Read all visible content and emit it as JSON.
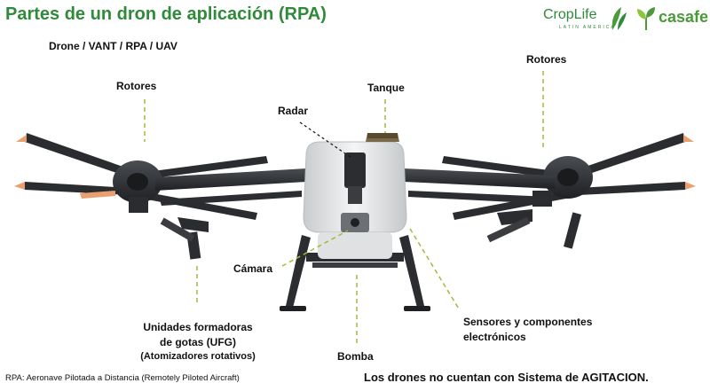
{
  "title": "Partes de un dron de aplicación (RPA)",
  "subtitle": "Drone / VANT / RPA / UAV",
  "logos": {
    "croplife": {
      "text": "CropLife",
      "subtext": "LATIN AMERICA"
    },
    "casafe": {
      "text": "casafe"
    }
  },
  "labels": {
    "rotores_left": "Rotores",
    "rotores_right": "Rotores",
    "tanque": "Tanque",
    "radar": "Radar",
    "camara": "Cámara",
    "ufg_line1": "Unidades formadoras",
    "ufg_line2": "de gotas (UFG)",
    "ufg_line3": "(Atomizadores rotativos)",
    "bomba": "Bomba",
    "sensores_line1": "Sensores y componentes",
    "sensores_line2": "electrónicos"
  },
  "footnote": "RPA: Aeronave Pilotada a Distancia (Remotely Piloted Aircraft)",
  "note": "Los drones no cuentan con Sistema de AGITACION.",
  "colors": {
    "title_green": "#2f8a3a",
    "leader_green": "#a4b83c",
    "drone_dark": "#2b2d30",
    "drone_white": "#e9ebec",
    "propeller_tip": "#e8a070"
  }
}
